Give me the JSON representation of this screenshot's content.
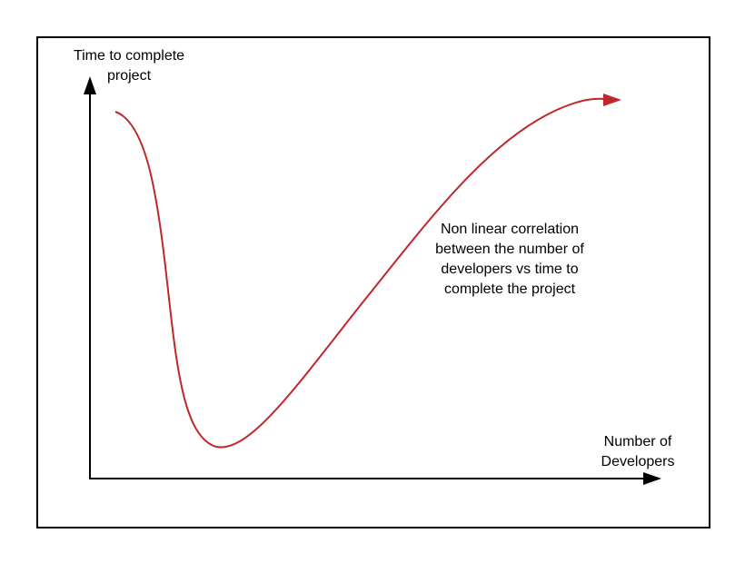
{
  "diagram": {
    "y_axis_label": [
      "Time to complete",
      "project"
    ],
    "x_axis_label": [
      "Number of",
      "Developers"
    ],
    "annotation": [
      "Non linear correlation",
      "between the number of",
      "developers vs time to",
      "complete the project"
    ],
    "colors": {
      "curve": "#c0272d",
      "axes": "#000000",
      "frame": "#000000",
      "background": "#ffffff"
    }
  }
}
